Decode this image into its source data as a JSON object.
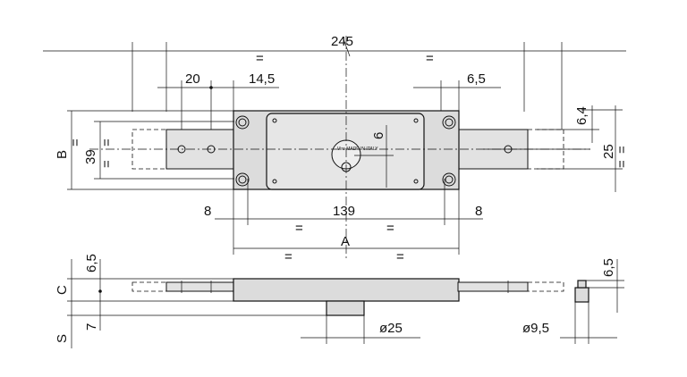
{
  "drawing": {
    "dims": {
      "overall": "245",
      "eq": "=",
      "hole_spacing": "20",
      "hole_offset": "14,5",
      "right_offset": "6,5",
      "vert_offset": "6,4",
      "key_offset": "6",
      "rod_height": "25",
      "height_B": "B",
      "height_39": "39",
      "left_margin": "8",
      "body_width": "139",
      "right_margin": "8",
      "case_A": "A",
      "side_top": "6,5",
      "side_C": "C",
      "side_S": "S",
      "side_7": "7",
      "cyl_dia": "ø25",
      "rod_dia": "ø9,5",
      "end_65": "6,5"
    },
    "stamp": "Viro MADE IN ITALY"
  }
}
